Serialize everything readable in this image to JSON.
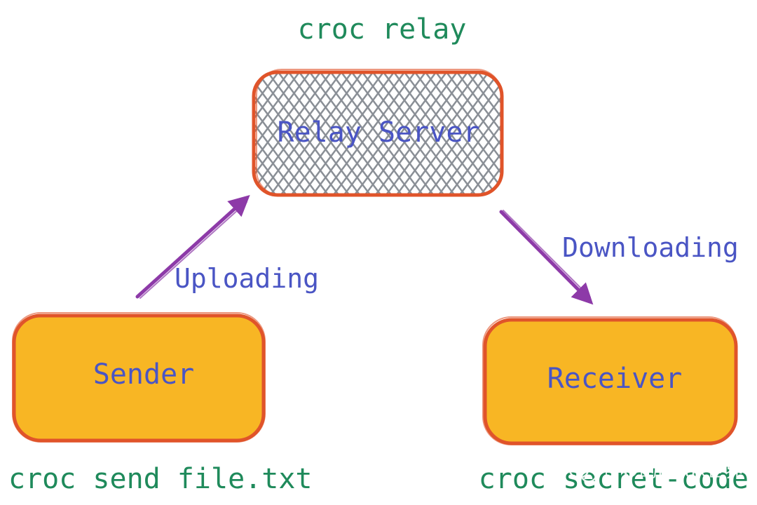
{
  "title": "croc relay",
  "nodes": {
    "relay": {
      "label": "Relay Server"
    },
    "sender": {
      "label": "Sender"
    },
    "receiver": {
      "label": "Receiver"
    }
  },
  "edges": {
    "upload": {
      "label": "Uploading"
    },
    "download": {
      "label": "Downloading"
    }
  },
  "captions": {
    "sender": "croc send file.txt",
    "receiver": "croc secret-code"
  },
  "watermark": "奇妙的Linux世界",
  "colors": {
    "box_border": "#e0542a",
    "box_fill": "#f8b624",
    "hatch": "#8a8f96",
    "arrow": "#8d3aa8",
    "green_text": "#1f8a5b",
    "blue_text": "#4a55c4"
  }
}
